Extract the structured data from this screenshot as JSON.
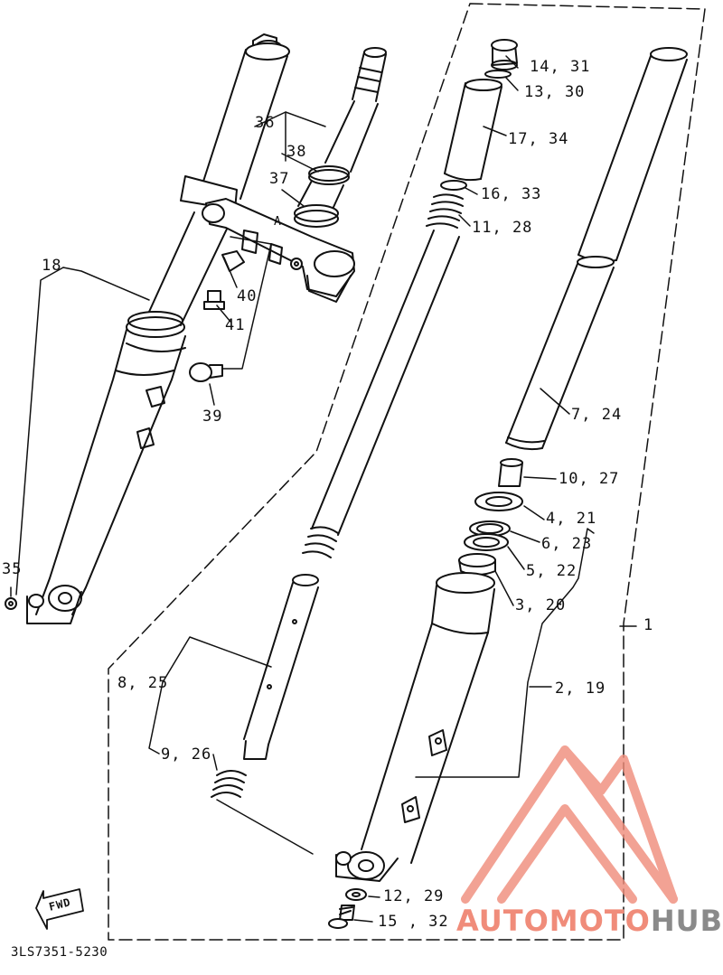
{
  "diagram": {
    "part_code": "3LS7351-5230",
    "fwd_label": "FWD",
    "callouts": {
      "c1": "1",
      "c14": "14, 31",
      "c13": "13, 30",
      "c17": "17, 34",
      "c16": "16, 33",
      "c11": "11, 28",
      "c36": "36",
      "c38": "38",
      "c37": "37",
      "c18": "18",
      "c40": "40",
      "c41": "41",
      "c39": "39",
      "c35": "35",
      "c7": "7, 24",
      "c10": "10, 27",
      "c4": "4, 21",
      "c6": "6, 23",
      "c5": "5, 22",
      "c3": "3, 20",
      "c2": "2, 19",
      "c8": "8, 25",
      "c9": "9, 26",
      "c12": "12, 29",
      "c15": "15 , 32",
      "bracket_a": "A"
    }
  },
  "watermark": {
    "part1": "AUTOMOTO",
    "part2": "HUB",
    "color_primary": "#f08c7a",
    "color_secondary": "#8a8a8a"
  }
}
